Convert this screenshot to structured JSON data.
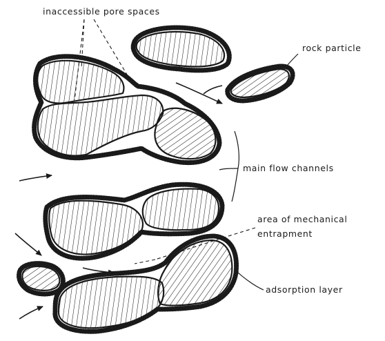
{
  "labels": {
    "inaccessible_pore_spaces": "inaccessible pore spaces",
    "rock_particle": "rock particle",
    "main_flow_channels": "main flow channels",
    "area_line1": "area of mechanical",
    "area_line2": "entrapment",
    "adsorption_layer": "adsorption layer"
  },
  "colors": {
    "ink": "#1a1a1a",
    "background": "#ffffff"
  }
}
